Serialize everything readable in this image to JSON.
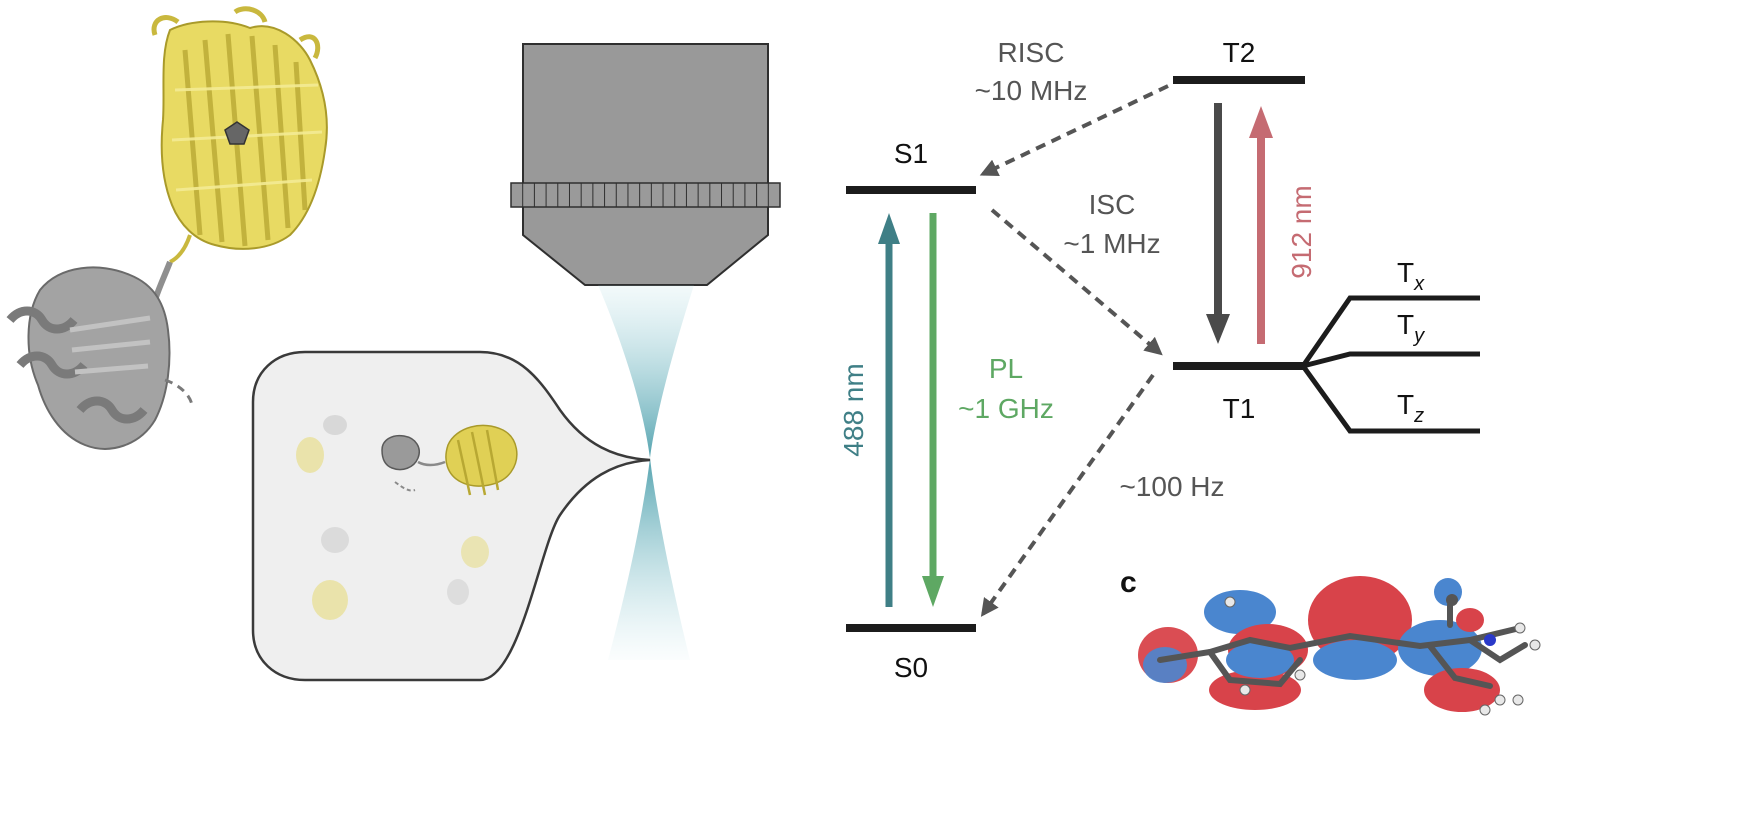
{
  "levels": {
    "s1": "S1",
    "s0": "S0",
    "t1": "T1",
    "t2": "T2",
    "tx": {
      "base": "T",
      "sub": "x"
    },
    "ty": {
      "base": "T",
      "sub": "y"
    },
    "tz": {
      "base": "T",
      "sub": "z"
    }
  },
  "transitions": {
    "risc_name": "RISC",
    "risc_rate": "~10 MHz",
    "isc_name": "ISC",
    "isc_rate": "~1 MHz",
    "pl_name": "PL",
    "pl_rate": "~1 GHz",
    "excitation": "488 nm",
    "repump": "912 nm",
    "phosphorescence_rate": "~100 Hz"
  },
  "panel_label": "c",
  "colors": {
    "level_line": "#1c1c1c",
    "dashed_arrow": "#555555",
    "rate_text": "#555555",
    "excitation_arrow": "#3f7f86",
    "pl_arrow": "#5ea863",
    "repump_arrow": "#c56b72",
    "t1_to_t2_arrow": "#4a4a4a",
    "protein_yellow": "#e4d65a",
    "protein_grey": "#8f8f8f",
    "objective_body": "#999999",
    "inset_fill": "#efefef",
    "beam": "#3a98a6",
    "orbital_red": "#d8434a",
    "orbital_blue": "#4a86cf"
  }
}
